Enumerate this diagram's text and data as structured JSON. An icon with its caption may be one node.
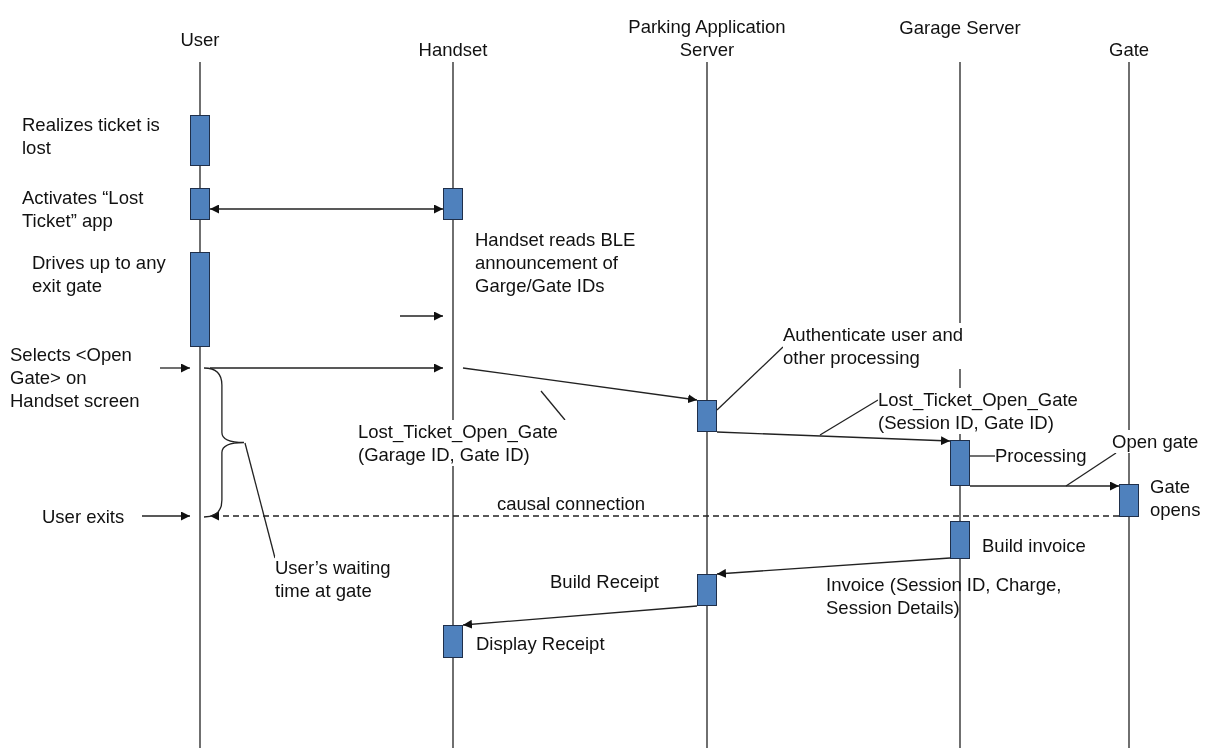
{
  "diagram": {
    "nodes": [
      {
        "text": [
          "User"
        ]
      },
      {
        "text": [
          "Handset"
        ]
      },
      {
        "text": [
          "Parking Application Server"
        ]
      },
      {
        "text": [
          "Garage Server"
        ]
      },
      {
        "text": [
          "Gate"
        ]
      },
      {
        "text": [],
        "shape": "bar",
        "in": 0,
        "beside": [
          "Realizes ticket is lost"
        ]
      },
      {
        "text": [],
        "shape": "bar",
        "in": 0,
        "beside": [
          "Activates “Lost Ticket” app"
        ]
      },
      {
        "text": [],
        "shape": "bar",
        "in": 1
      },
      {
        "text": [],
        "shape": "bar",
        "in": 0,
        "beside": [
          "Drives up to any exit gate"
        ]
      },
      {
        "text": [
          "Selects <Open Gate> on Handset screen"
        ]
      },
      {
        "text": [
          "Authenticate user and other processing"
        ]
      },
      {
        "text": [],
        "shape": "bar",
        "in": 2
      },
      {
        "text": [
          "Lost_Ticket_Open_Gate (Session ID, Gate ID)"
        ]
      },
      {
        "text": [
          "Lost_Ticket_Open_Gate (Garage ID, Gate ID)"
        ]
      },
      {
        "text": [],
        "shape": "bar",
        "in": 3
      },
      {
        "text": [
          "Processing"
        ]
      },
      {
        "text": [
          "Open gate"
        ]
      },
      {
        "text": [],
        "shape": "bar",
        "in": 4,
        "beside": [
          "Gate opens"
        ]
      },
      {
        "text": [],
        "shape": "brace"
      },
      {
        "text": [
          "User exits"
        ]
      },
      {
        "text": [],
        "shape": "bar",
        "in": 3,
        "beside": [
          "Build invoice"
        ]
      },
      {
        "text": [
          "User’s waiting time at gate"
        ]
      },
      {
        "text": [],
        "shape": "bar",
        "in": 2,
        "beside": [
          "Build Receipt"
        ]
      },
      {
        "text": [],
        "shape": "bar",
        "in": 1,
        "beside": [
          "Display Receipt"
        ]
      }
    ],
    "edges": [
      {
        "from": 6,
        "to": 7,
        "arrow": "both"
      },
      {
        "from": null,
        "to": 1,
        "arrow": "to"
      },
      {
        "from": 9,
        "to": 0,
        "arrow": "to"
      },
      {
        "from": 0,
        "to": 1,
        "arrow": "to"
      },
      {
        "from": 1,
        "to": 11,
        "arrow": "to"
      },
      {
        "from": 10,
        "to": 11,
        "arrow": "none"
      },
      {
        "from": 13,
        "to": null,
        "arrow": "none"
      },
      {
        "from": 11,
        "to": 14,
        "arrow": "to"
      },
      {
        "from": 12,
        "to": null,
        "arrow": "none"
      },
      {
        "from": 15,
        "to": 14,
        "arrow": "none"
      },
      {
        "from": 14,
        "to": 17,
        "arrow": "to"
      },
      {
        "from": 16,
        "to": null,
        "arrow": "none"
      },
      {
        "from": 17,
        "to": 0,
        "arrow": "to",
        "style": "dashed",
        "label": "causal connection"
      },
      {
        "from": 19,
        "to": 0,
        "arrow": "to"
      },
      {
        "from": 21,
        "to": 18,
        "arrow": "none"
      },
      {
        "from": 20,
        "to": 22,
        "arrow": "to",
        "label": "Invoice (Session ID, Charge, Session Details)"
      },
      {
        "from": 22,
        "to": 23,
        "arrow": "to"
      }
    ],
    "labels": [
      "Handset reads BLE announcement of Garge/Gate IDs"
    ]
  }
}
